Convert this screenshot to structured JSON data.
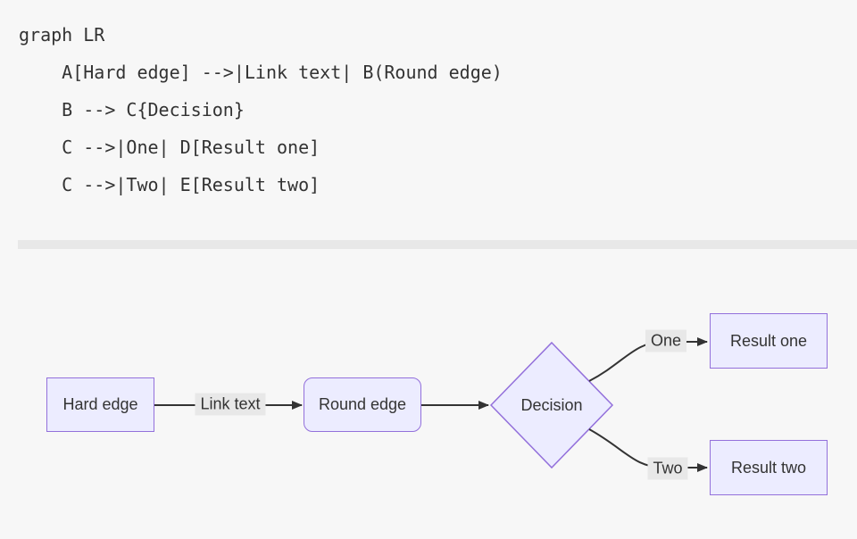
{
  "page": {
    "background_color": "#f7f7f7",
    "divider_color": "#e8e8e8"
  },
  "code_block": {
    "language": "mermaid",
    "lines": [
      "graph LR",
      "    A[Hard edge] -->|Link text| B(Round edge)",
      "    B --> C{Decision}",
      "    C -->|One| D[Result one]",
      "    C -->|Two| E[Result two]"
    ]
  },
  "diagram": {
    "type": "flowchart",
    "direction": "LR",
    "nodes": [
      {
        "id": "A",
        "label": "Hard edge",
        "shape": "rectangle"
      },
      {
        "id": "B",
        "label": "Round edge",
        "shape": "rounded-rectangle"
      },
      {
        "id": "C",
        "label": "Decision",
        "shape": "diamond"
      },
      {
        "id": "D",
        "label": "Result one",
        "shape": "rectangle"
      },
      {
        "id": "E",
        "label": "Result two",
        "shape": "rectangle"
      }
    ],
    "edges": [
      {
        "from": "A",
        "to": "B",
        "label": "Link text"
      },
      {
        "from": "B",
        "to": "C",
        "label": ""
      },
      {
        "from": "C",
        "to": "D",
        "label": "One"
      },
      {
        "from": "C",
        "to": "E",
        "label": "Two"
      }
    ],
    "colors": {
      "node_fill": "#ECECFF",
      "node_border": "#9370DB",
      "edge_stroke": "#333333",
      "edge_label_bg": "#e8e8e8",
      "text": "#333333"
    }
  }
}
